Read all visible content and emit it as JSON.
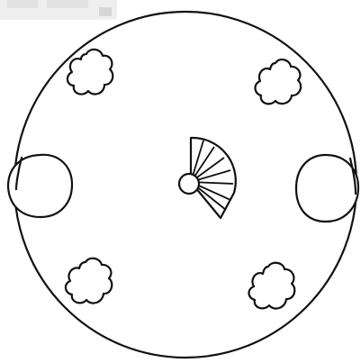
{
  "diagram": {
    "type": "circular-table-drawing",
    "elements": [
      "outer-circle",
      "left-side-oval",
      "right-side-oval",
      "top-left-bush",
      "top-right-bush",
      "bottom-left-bush",
      "bottom-right-bush",
      "center-hub",
      "center-fan"
    ],
    "colors": {
      "background": "#ffffff",
      "stroke": "#111111",
      "tab_stub": "#eeeeee"
    }
  }
}
